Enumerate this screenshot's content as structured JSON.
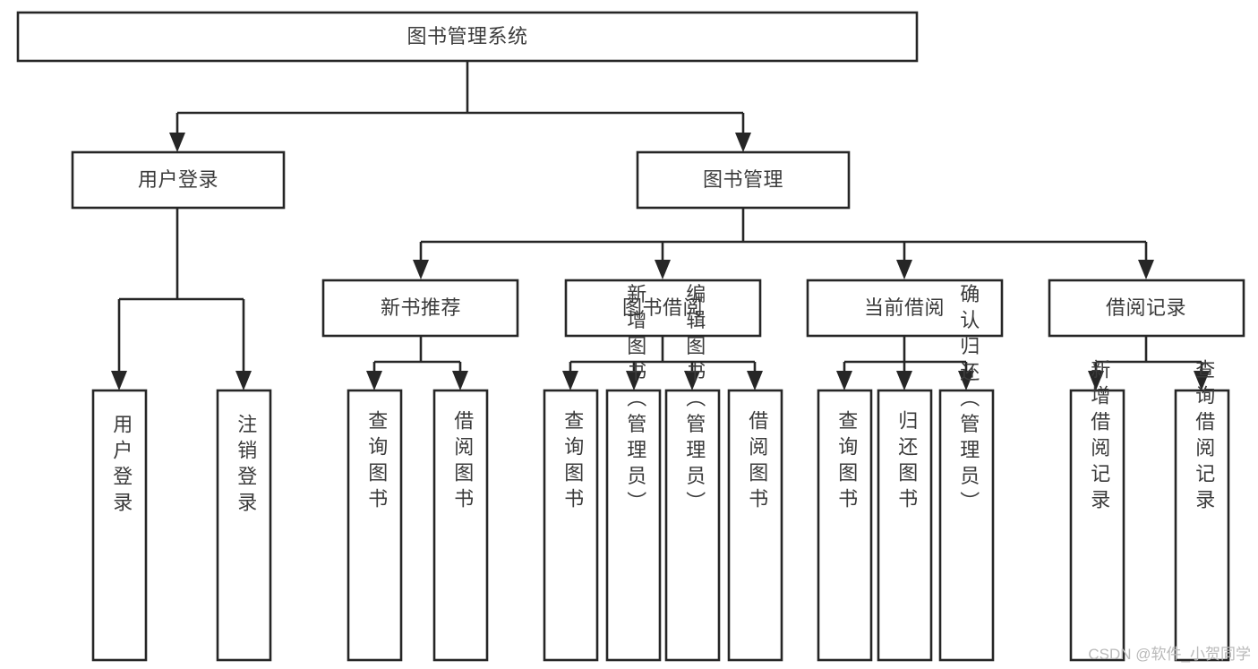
{
  "diagram": {
    "title": "图书管理系统",
    "type": "tree-hierarchy-diagram",
    "colors": {
      "background": "#ffffff",
      "box_fill": "#ffffff",
      "box_stroke": "#262626",
      "text": "#3b3b3b",
      "watermark": "#b9b9b9"
    },
    "root": {
      "label": "图书管理系统",
      "orientation": "horizontal"
    },
    "level2": [
      {
        "label": "用户登录",
        "orientation": "horizontal"
      },
      {
        "label": "图书管理",
        "orientation": "horizontal"
      }
    ],
    "level3": [
      {
        "label": "新书推荐",
        "orientation": "horizontal"
      },
      {
        "label": "图书借阅",
        "orientation": "horizontal"
      },
      {
        "label": "当前借阅",
        "orientation": "horizontal"
      },
      {
        "label": "借阅记录",
        "orientation": "horizontal"
      }
    ],
    "leaves": {
      "user_login": [
        {
          "label": "用户登录",
          "orientation": "vertical"
        },
        {
          "label": "注销登录",
          "orientation": "vertical"
        }
      ],
      "new_book_recommend": [
        {
          "label": "查询图书",
          "orientation": "vertical"
        },
        {
          "label": "借阅图书",
          "orientation": "vertical"
        }
      ],
      "book_borrow": [
        {
          "label": "查询图书",
          "orientation": "vertical"
        },
        {
          "label": "新增图书（管理员）",
          "orientation": "vertical"
        },
        {
          "label": "编辑图书（管理员）",
          "orientation": "vertical"
        },
        {
          "label": "借阅图书",
          "orientation": "vertical"
        }
      ],
      "current_borrow": [
        {
          "label": "查询图书",
          "orientation": "vertical"
        },
        {
          "label": "归还图书",
          "orientation": "vertical"
        },
        {
          "label": "确认归还（管理员）",
          "orientation": "vertical"
        }
      ],
      "borrow_record": [
        {
          "label": "新增借阅记录",
          "orientation": "vertical"
        },
        {
          "label": "查询借阅记录",
          "orientation": "vertical"
        }
      ]
    }
  },
  "watermark": {
    "text": "CSDN @软件_小贺同学"
  }
}
